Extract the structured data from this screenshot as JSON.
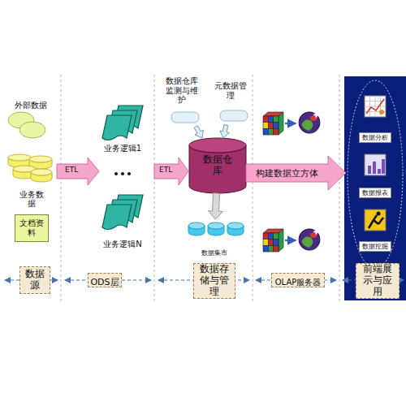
{
  "diagram": {
    "nodes": [
      {
        "text": [
          "外部数据"
        ]
      },
      {
        "text": [
          "业务数据"
        ]
      },
      {
        "text": [
          "文档资料"
        ]
      },
      {
        "text": [
          "业务逻辑1"
        ]
      },
      {
        "text": [
          "业务逻辑N"
        ]
      },
      {
        "text": [
          "数据仓库监测与维护"
        ]
      },
      {
        "text": [
          "元数据管理"
        ]
      },
      {
        "text": [
          "数据仓库"
        ]
      },
      {
        "text": [
          "数据集市"
        ]
      },
      {
        "text": [
          "数据分析"
        ]
      },
      {
        "text": [
          "数据报表"
        ]
      },
      {
        "text": [
          "数据挖掘"
        ]
      },
      {
        "text": [
          "数据源"
        ]
      },
      {
        "text": [
          "ODS层"
        ]
      },
      {
        "text": [
          "数据存储与管理"
        ]
      },
      {
        "text": [
          "OLAP服务器"
        ]
      },
      {
        "text": [
          "前端展示与应用"
        ]
      }
    ],
    "edges": [
      {
        "from": 5,
        "to": 7,
        "arrow": "to"
      },
      {
        "from": 6,
        "to": 7,
        "arrow": "to"
      },
      {
        "from": 7,
        "to": 8,
        "arrow": "to"
      },
      {
        "from": 7,
        "to": 10,
        "label": "构建数据立方体",
        "arrow": "to"
      }
    ],
    "labels": [
      "ETL",
      "ETL"
    ]
  }
}
